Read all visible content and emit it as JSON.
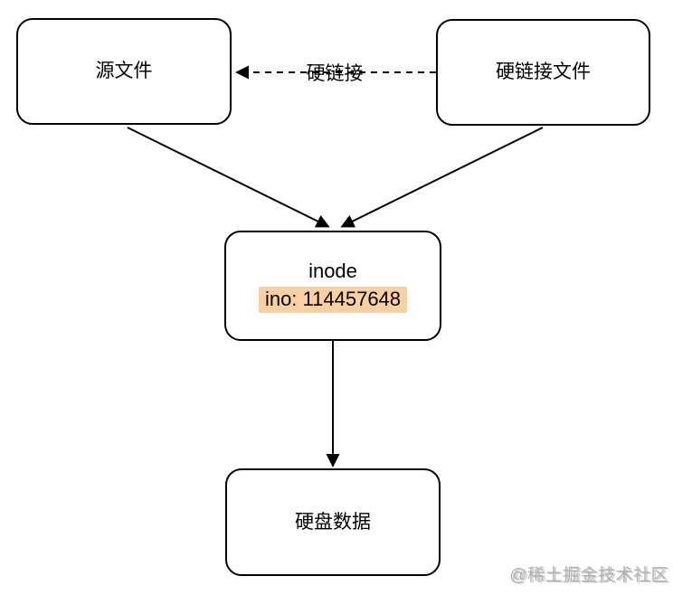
{
  "colors": {
    "highlight": "#f9d0a1",
    "border": "#000000",
    "canvas": "#ffffff",
    "watermark_text_color": "#b1b1b1"
  },
  "nodes": {
    "source_file": {
      "label": "源文件"
    },
    "hardlink_file": {
      "label": "硬链接文件"
    },
    "inode": {
      "title": "inode",
      "ino": "ino: 114457648"
    },
    "disk_data": {
      "label": "硬盘数据"
    }
  },
  "edges": {
    "hardlink": {
      "label": "硬链接",
      "style": "dashed"
    },
    "source_to_inode": {
      "style": "solid"
    },
    "hardlink_to_inode": {
      "style": "solid"
    },
    "inode_to_disk": {
      "style": "solid"
    }
  },
  "watermark": {
    "text": "@稀土掘金技术社区"
  }
}
